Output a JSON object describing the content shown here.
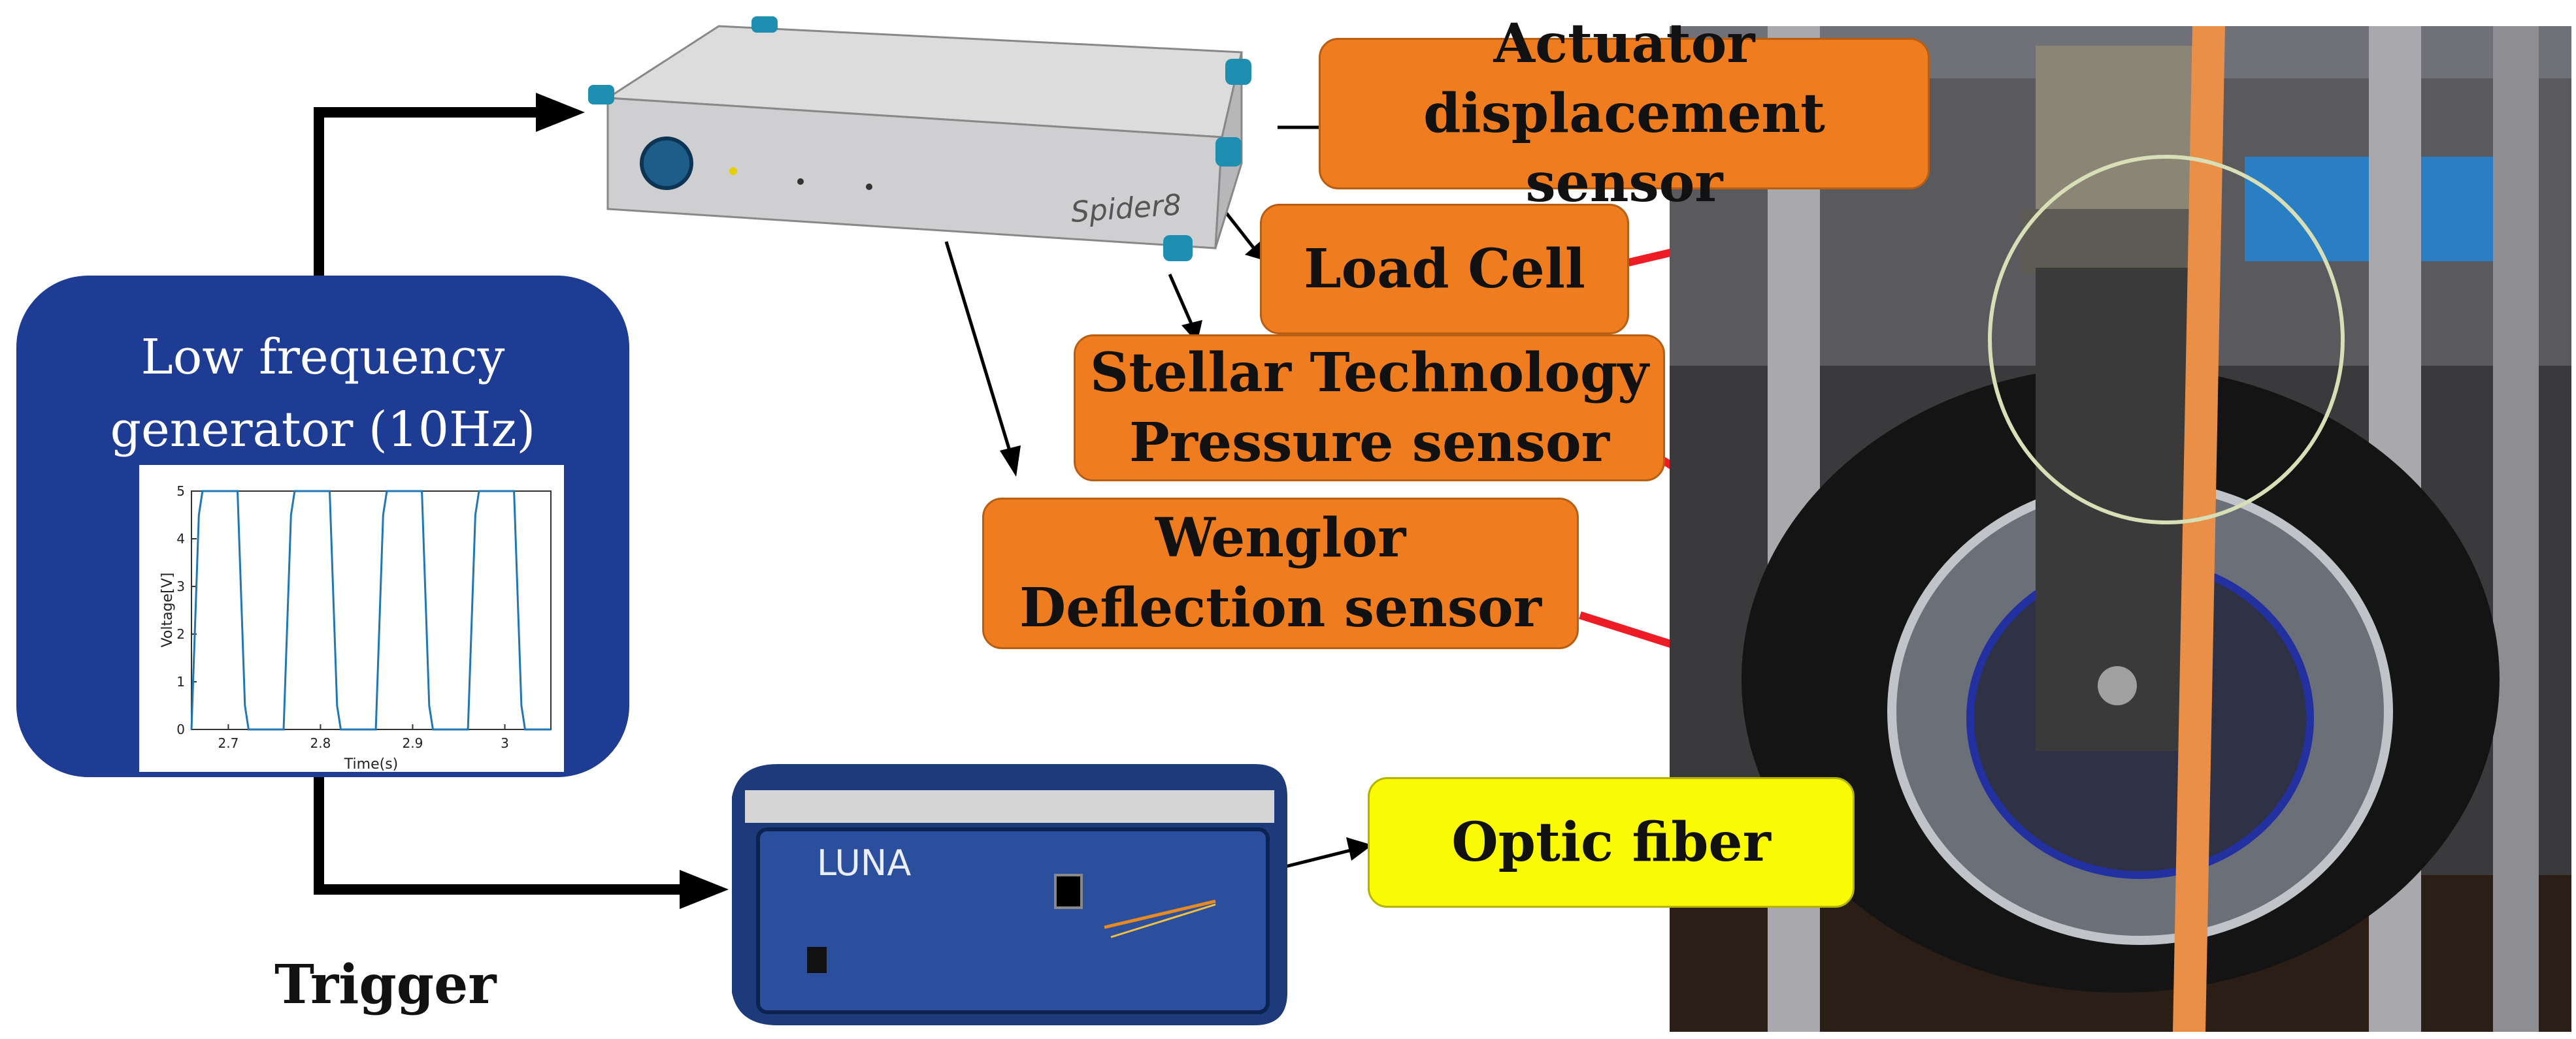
{
  "generator": {
    "title_line1": "Low frequency",
    "title_line2": "generator (10Hz)"
  },
  "chart_data": {
    "type": "line",
    "title": "",
    "xlabel": "Time(s)",
    "ylabel": "Voltage[V]",
    "xlim": [
      2.66,
      3.05
    ],
    "ylim": [
      0,
      5
    ],
    "x_ticks": [
      "2.7",
      "2.8",
      "2.9",
      "3"
    ],
    "y_ticks": [
      "0",
      "1",
      "2",
      "3",
      "4",
      "5"
    ],
    "grid": false,
    "series": [
      {
        "color": "#1f77b4",
        "x": [
          2.66,
          2.668,
          2.672,
          2.71,
          2.718,
          2.722,
          2.76,
          2.768,
          2.772,
          2.81,
          2.818,
          2.822,
          2.86,
          2.868,
          2.872,
          2.91,
          2.918,
          2.922,
          2.96,
          2.968,
          2.972,
          3.01,
          3.018,
          3.022,
          3.05
        ],
        "y": [
          0,
          4.5,
          5,
          5,
          0.5,
          0,
          0,
          4.5,
          5,
          5,
          0.5,
          0,
          0,
          4.5,
          5,
          5,
          0.5,
          0,
          0,
          4.5,
          5,
          5,
          0.5,
          0,
          0
        ]
      }
    ]
  },
  "sensors": {
    "actuator_line1": "Actuator",
    "actuator_line2": "displacement sensor",
    "load_cell": "Load Cell",
    "stellar_line1": "Stellar Technology",
    "stellar_line2": "Pressure sensor",
    "wenglor_line1": "Wenglor",
    "wenglor_line2": "Deflection sensor",
    "optic_fiber": "Optic fiber"
  },
  "trigger_label": "Trigger",
  "devices": {
    "spider_brand": "Spider8",
    "luna_brand": "LUNA"
  },
  "colors": {
    "sensor_box": "#ef7d1f",
    "fiber_box": "#fafa05",
    "generator_box": "#1f3c95",
    "red_arrow": "#ee1c25",
    "black_arrow": "#000000"
  }
}
